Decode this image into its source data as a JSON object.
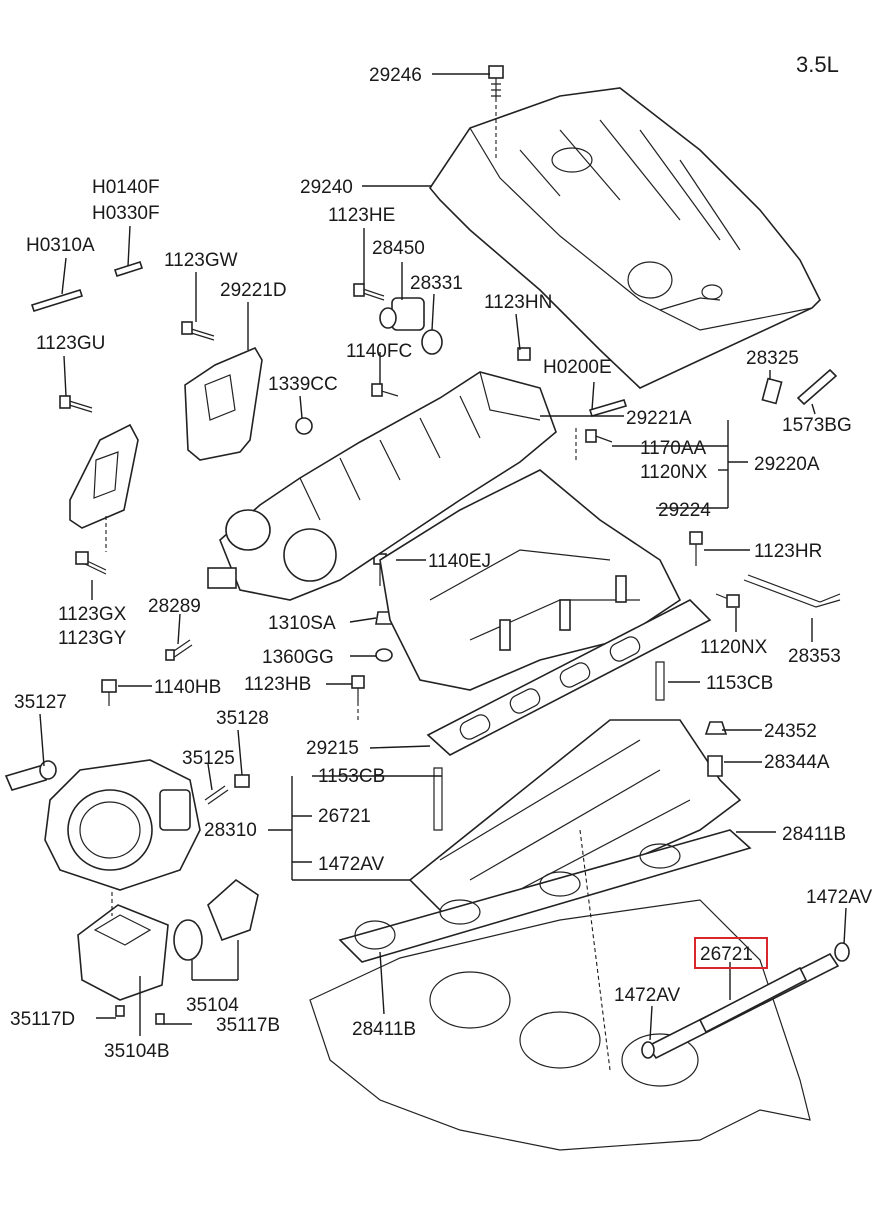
{
  "engine_label": "3.5L",
  "parts": {
    "p29246": "29246",
    "p29240": "29240",
    "pH0140F": "H0140F",
    "pH0330F": "H0330F",
    "pH0310A": "H0310A",
    "p1123HE": "1123HE",
    "p28450": "28450",
    "p28331": "28331",
    "p1123GW": "1123GW",
    "p29221D": "29221D",
    "p1123HN": "1123HN",
    "p1140FC": "1140FC",
    "pH0200E": "H0200E",
    "p28325": "28325",
    "p1123GU": "1123GU",
    "p1339CC": "1339CC",
    "p29221A": "29221A",
    "p1573BG": "1573BG",
    "p1170AA": "1170AA",
    "p1120NX_a": "1120NX",
    "p29220A": "29220A",
    "p29224": "29224",
    "p1123HR": "1123HR",
    "p1140EJ": "1140EJ",
    "p1123GX": "1123GX",
    "p1123GY": "1123GY",
    "p28289": "28289",
    "p1310SA": "1310SA",
    "p1120NX_b": "1120NX",
    "p28353": "28353",
    "p1360GG": "1360GG",
    "p1140HB": "1140HB",
    "p1123HB": "1123HB",
    "p1153CB_a": "1153CB",
    "p35127": "35127",
    "p35128": "35128",
    "p24352": "24352",
    "p29215": "29215",
    "p35125": "35125",
    "p1153CB_b": "1153CB",
    "p28344A": "28344A",
    "p28310": "28310",
    "p26721_a": "26721",
    "p28411B_a": "28411B",
    "p1472AV_a": "1472AV",
    "p1472AV_b": "1472AV",
    "p26721_b": "26721",
    "p35104": "35104",
    "p1472AV_c": "1472AV",
    "p35117D": "35117D",
    "p35117B": "35117B",
    "p28411B_b": "28411B",
    "p35104B": "35104B"
  },
  "highlight_color": "#d9262b"
}
